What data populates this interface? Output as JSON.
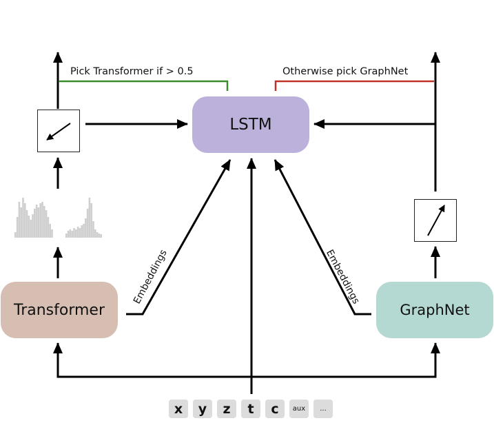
{
  "nodes": {
    "lstm": "LSTM",
    "transformer": "Transformer",
    "graphnet": "GraphNet"
  },
  "labels": {
    "pick": "Pick Transformer if > 0.5",
    "otherwise": "Otherwise pick GraphNet",
    "embeddings_left": "Embeddings",
    "embeddings_right": "Embeddings"
  },
  "inputs": [
    "x",
    "y",
    "z",
    "t",
    "c",
    "aux",
    "..."
  ],
  "colors": {
    "lstm": "#bcb1da",
    "transformer": "#d6bfb2",
    "graphnet": "#b3d9d2",
    "pick_line": "#3a8d2c",
    "otherwise_line": "#c03028",
    "histogram": "#cfcfcf",
    "chip": "#dcdcdc"
  },
  "icons": {
    "left_box": "arrow-down-left-icon",
    "right_box": "arrow-up-right-icon"
  }
}
